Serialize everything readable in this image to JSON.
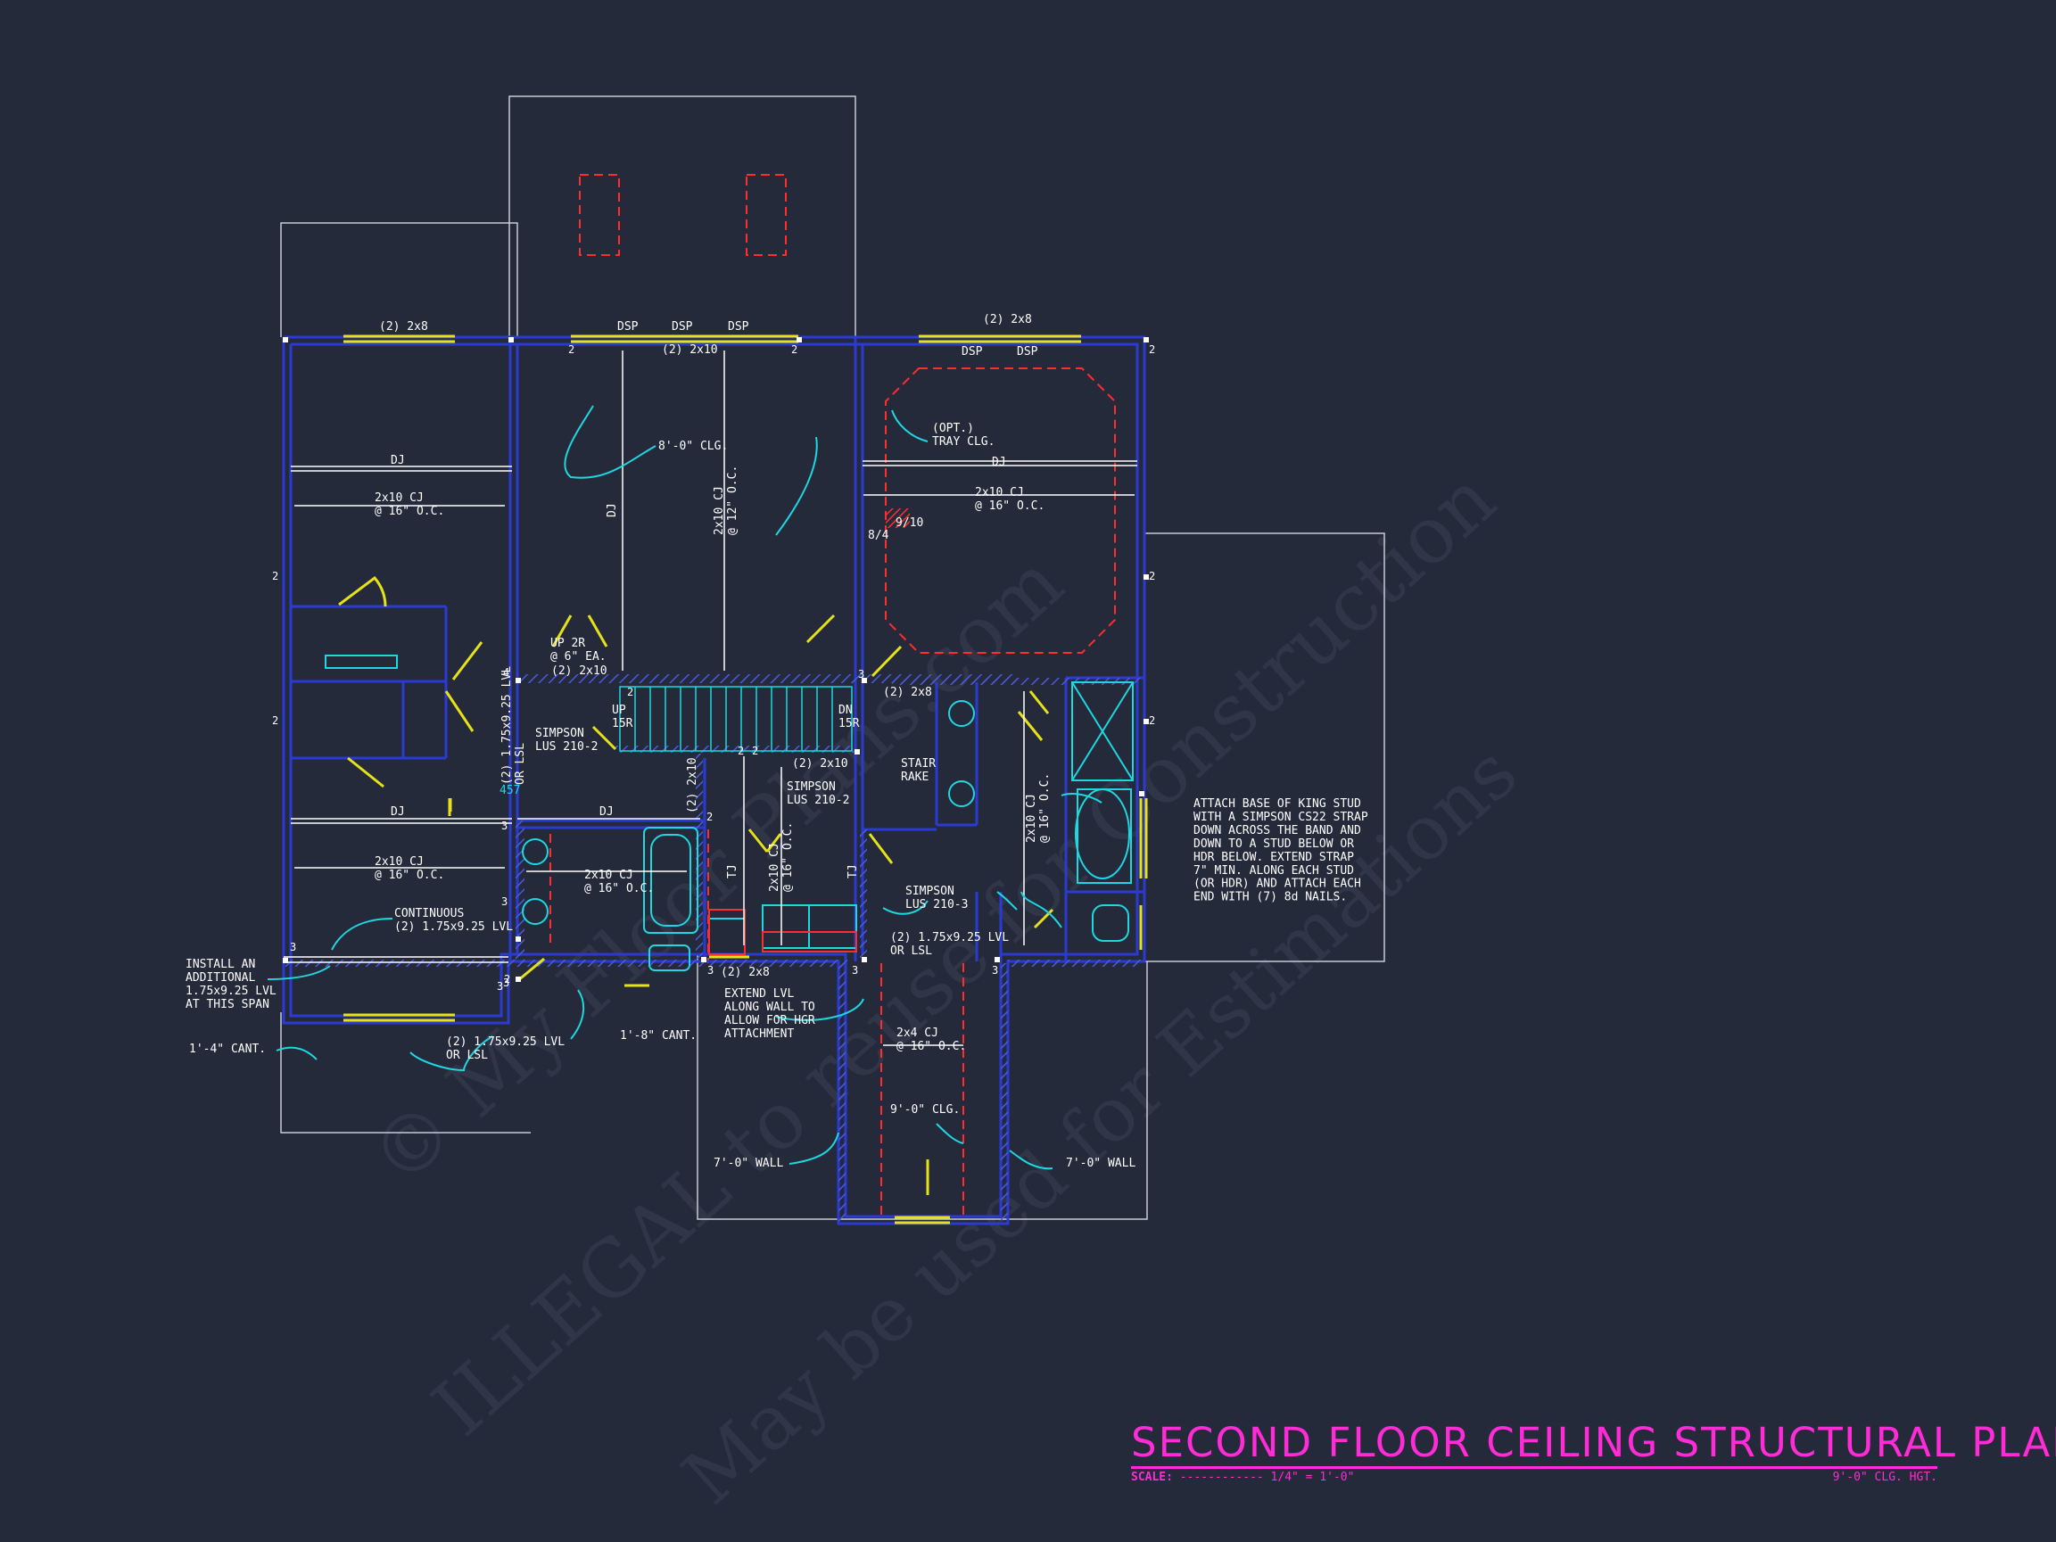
{
  "title": {
    "main": "SECOND FLOOR CEILING STRUCTURAL PLAN",
    "scale_label": "SCALE:",
    "scale_value": "------------ 1/4\" = 1'-0\"",
    "ceiling_height": "9'-0\" CLG. HGT."
  },
  "watermark": {
    "line1": "© My Floor Plans.com",
    "line2": "ILLEGAL to reuse for Construction",
    "line3": "May be used for Estimations"
  },
  "labels": {
    "hdr_2x8_left": "(2) 2x8",
    "dsp_1": "DSP",
    "dsp_2": "DSP",
    "dsp_3": "DSP",
    "hdr_2x10_top": "(2) 2x10",
    "hdr_2x8_right": "(2) 2x8",
    "dsp_4": "DSP",
    "dsp_5": "DSP",
    "clg_8": "8'-0\" CLG.",
    "tray_clg": "(OPT.)\nTRAY CLG.",
    "dj_1": "DJ",
    "dj_2": "DJ",
    "dj_3": "DJ",
    "dj_4": "DJ",
    "dj_5": "DJ",
    "cj_left_top": "2x10 CJ\n@ 16\" O.C.",
    "cj_mid_vert": "2x10 CJ\n@ 12\" O.C.",
    "cj_right_top": "2x10 CJ\n@ 16\" O.C.",
    "hdr_9_10": "9/10",
    "hdr_8_4": "8/4",
    "up_2r": "UP 2R\n@ 6\" EA.",
    "hdr_2x10_a": "(2) 2x10",
    "hdr_2x8_b": "(2) 2x8",
    "simpson_1": "SIMPSON\nLUS 210-2",
    "up_15r": "UP\n15R",
    "dn_15r": "DN\n15R",
    "hdr_2x10_b": "(2) 2x10",
    "stair_rake": "STAIR\nRAKE",
    "simpson_2": "SIMPSON\nLUS 210-2",
    "lvl_vert": "(2) 1.75x9.25 LVL\nOR LSL",
    "hdr_2x10_vert": "(2) 2x10",
    "cj_left_bot": "2x10 CJ\n@ 16\" O.C.",
    "cj_center": "2x10 CJ\n@ 16\" O.C.",
    "cj_vert_small": "2x10 CJ\n@ 16\" O.C.",
    "cj_right_vert": "2x10 CJ\n@ 16\" O.C.",
    "strap_note": "ATTACH BASE OF KING STUD\nWITH A SIMPSON CS22 STRAP\nDOWN ACROSS THE BAND AND\nDOWN TO A STUD BELOW OR\nHDR BELOW.  EXTEND STRAP\n7\" MIN. ALONG EACH STUD\n(OR HDR) AND ATTACH EACH\nEND WITH (7) 8d NAILS.",
    "continuous_lvl": "CONTINUOUS\n(2) 1.75x9.25 LVL",
    "simpson_3": "SIMPSON\nLUS 210-3",
    "lvl_mid": "(2) 1.75x9.25 LVL\nOR LSL",
    "install_lvl": "INSTALL AN\nADDITIONAL\n1.75x9.25 LVL\nAT THIS SPAN",
    "hdr_2x8_c": "(2) 2x8",
    "extend_lvl": "EXTEND LVL\nALONG WALL TO\nALLOW FOR HGR\nATTACHMENT",
    "lvl_bottom": "(2) 1.75x9.25 LVL\nOR LSL",
    "cant_18": "1'-8\" CANT.",
    "cant_14": "1'-4\" CANT.",
    "cj_2x4": "2x4 CJ\n@ 16\" O.C.",
    "clg_9": "9'-0\" CLG.",
    "wall_7_left": "7'-0\" WALL",
    "wall_7_right": "7'-0\" WALL",
    "lvl_457": "457",
    "tj_1": "TJ",
    "tj_2": "TJ"
  },
  "marks": [
    "2",
    "2",
    "2",
    "2",
    "4",
    "2",
    "3",
    "3",
    "2",
    "3",
    "3",
    "2",
    "2",
    "2",
    "3",
    "3",
    "3",
    "2",
    "3",
    "3",
    "2",
    "2"
  ],
  "colors": {
    "background": "#252a3b",
    "walls": "#2b3bd1",
    "outline": "#c8cbd4",
    "headers": "#e6e21a",
    "fixtures": "#1fd7e0",
    "hidden": "#ff2d2d",
    "title": "#ff2bd6",
    "text": "#ffffff"
  }
}
